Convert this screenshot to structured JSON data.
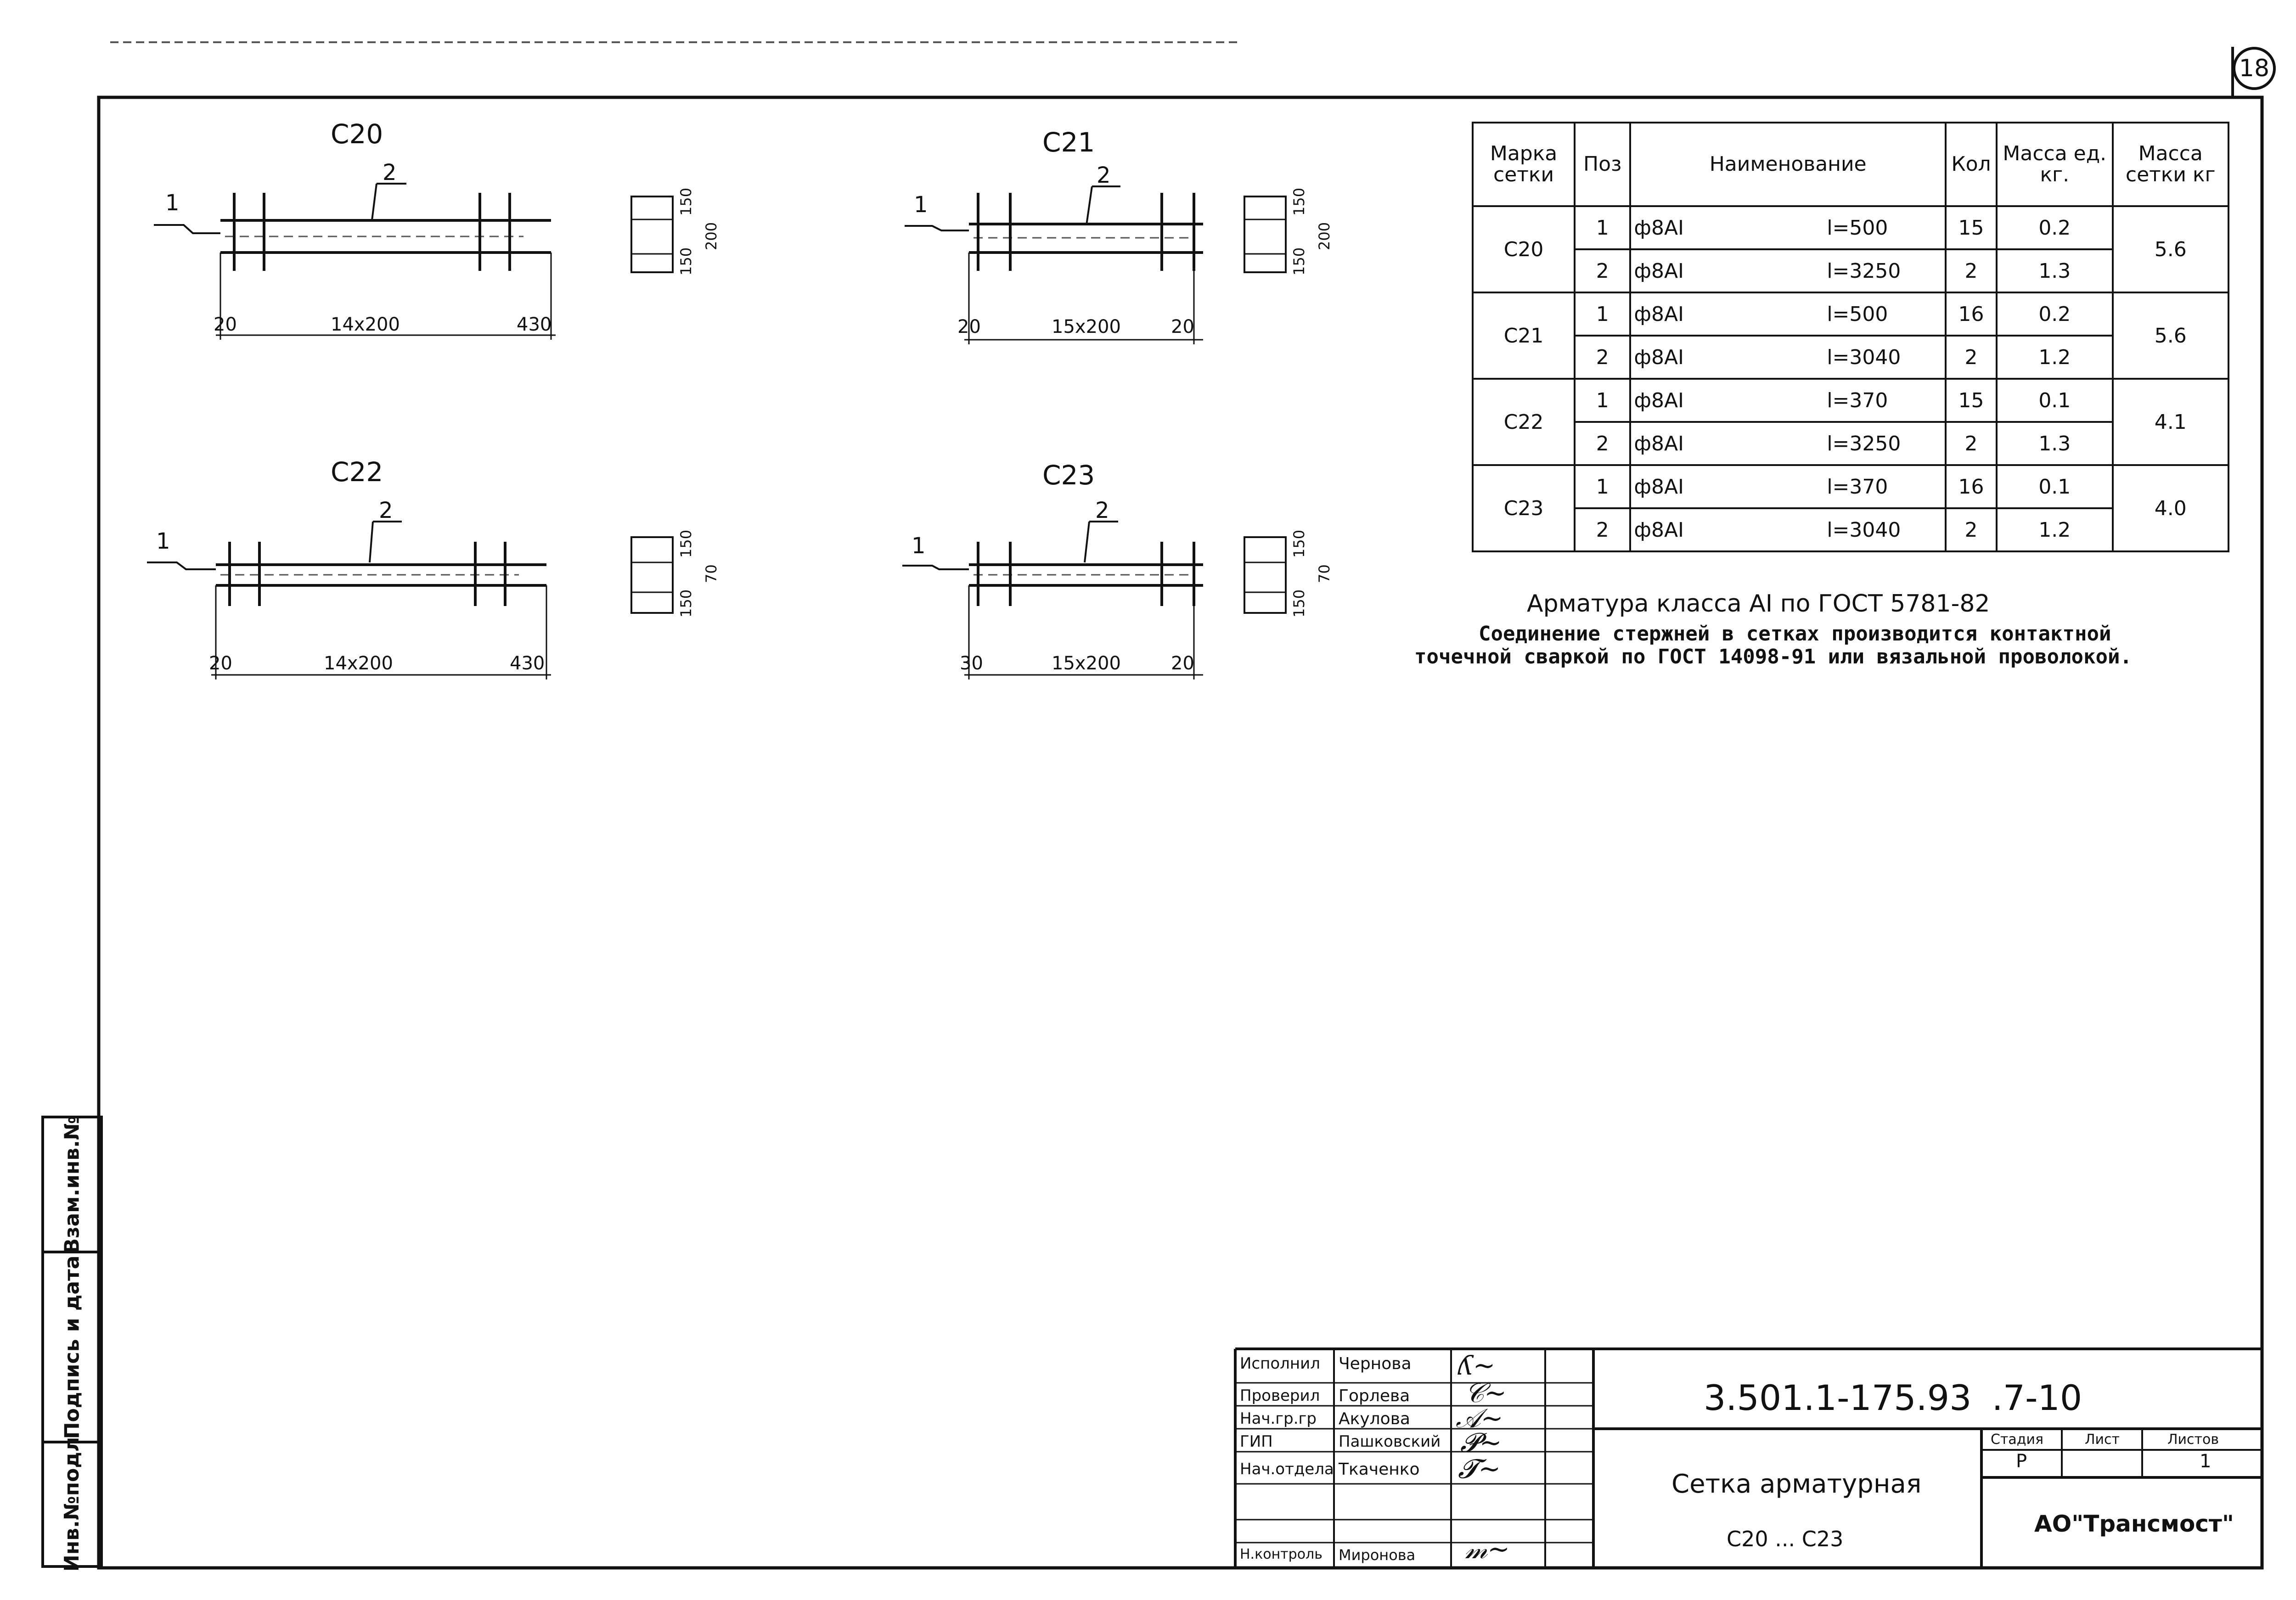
{
  "sheet_number": "18",
  "side_stamp": {
    "inv_no_zam": "Взам.инв.№",
    "signature_date": "Подпись и дата",
    "inv_no_orig": "Инв.№подл"
  },
  "meshes": [
    {
      "mark": "С20",
      "pos1": "1",
      "pos2": "2",
      "dim_left": "20",
      "dim_mid": "14x200",
      "dim_right": "430",
      "sec_top": "150",
      "sec_bot": "150",
      "sec_total": "200"
    },
    {
      "mark": "С21",
      "pos1": "1",
      "pos2": "2",
      "dim_left": "20",
      "dim_mid": "15x200",
      "dim_right": "20",
      "sec_top": "150",
      "sec_bot": "150",
      "sec_total": "200"
    },
    {
      "mark": "С22",
      "pos1": "1",
      "pos2": "2",
      "dim_left": "20",
      "dim_mid": "14x200",
      "dim_right": "430",
      "sec_top": "150",
      "sec_bot": "150",
      "sec_total": "70"
    },
    {
      "mark": "С23",
      "pos1": "1",
      "pos2": "2",
      "dim_left": "30",
      "dim_mid": "15x200",
      "dim_right": "20",
      "sec_top": "150",
      "sec_bot": "150",
      "sec_total": "70"
    }
  ],
  "spec_table": {
    "headers": {
      "mark": "Марка сетки",
      "pos": "Поз",
      "name": "Наименование",
      "qty": "Кол",
      "unit_mass": "Масса ед. кг.",
      "mesh_mass": "Масса сетки кг"
    },
    "groups": [
      {
        "mark": "С20",
        "mass": "5.6",
        "rows": [
          {
            "pos": "1",
            "bar": "ф8АI",
            "length": "l=500",
            "qty": "15",
            "unit": "0.2"
          },
          {
            "pos": "2",
            "bar": "ф8АI",
            "length": "l=3250",
            "qty": "2",
            "unit": "1.3"
          }
        ]
      },
      {
        "mark": "С21",
        "mass": "5.6",
        "rows": [
          {
            "pos": "1",
            "bar": "ф8АI",
            "length": "l=500",
            "qty": "16",
            "unit": "0.2"
          },
          {
            "pos": "2",
            "bar": "ф8АI",
            "length": "l=3040",
            "qty": "2",
            "unit": "1.2"
          }
        ]
      },
      {
        "mark": "С22",
        "mass": "4.1",
        "rows": [
          {
            "pos": "1",
            "bar": "ф8АI",
            "length": "l=370",
            "qty": "15",
            "unit": "0.1"
          },
          {
            "pos": "2",
            "bar": "ф8АI",
            "length": "l=3250",
            "qty": "2",
            "unit": "1.3"
          }
        ]
      },
      {
        "mark": "С23",
        "mass": "4.0",
        "rows": [
          {
            "pos": "1",
            "bar": "ф8АI",
            "length": "l=370",
            "qty": "16",
            "unit": "0.1"
          },
          {
            "pos": "2",
            "bar": "ф8АI",
            "length": "l=3040",
            "qty": "2",
            "unit": "1.2"
          }
        ]
      }
    ]
  },
  "notes": {
    "line1": "Арматура класса АI по ГОСТ 5781-82",
    "line2": "Соединение стержней в сетках производится контактной",
    "line3": "точечной сваркой по ГОСТ 14098-91 или вязальной проволокой."
  },
  "title_block": {
    "roles": [
      "Исполнил",
      "Проверил",
      "Нач.гр.гр",
      "ГИП",
      "Нач.отдела",
      "Н.контроль"
    ],
    "names": [
      "Чернова",
      "Горлева",
      "Акулова",
      "Пашковский",
      "Ткаченко",
      "Миронова"
    ],
    "doc_code": "3.501.1-175.93",
    "doc_suffix": ".7-10",
    "title": "Сетка арматурная",
    "subtitle": "С20 ... С23",
    "stage_label": "Стадия",
    "sheet_label": "Лист",
    "sheets_label": "Листов",
    "stage": "Р",
    "sheets": "1",
    "org": "АО\"Трансмост\""
  }
}
